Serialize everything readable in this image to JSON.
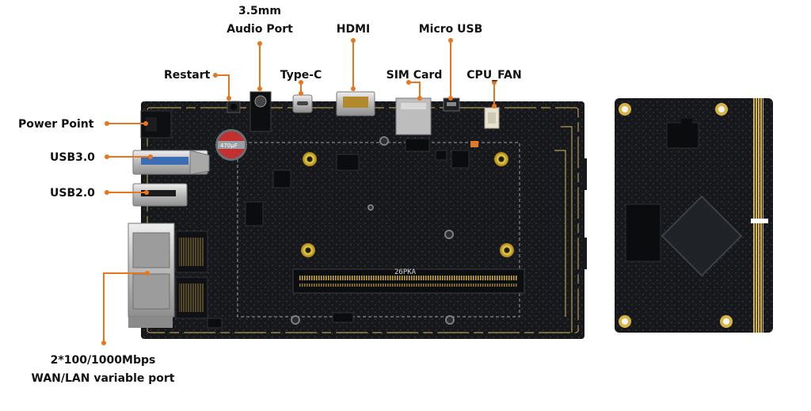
{
  "labels": {
    "audio_port_line1": "3.5mm",
    "audio_port_line2": "Audio Port",
    "hdmi": "HDMI",
    "micro_usb": "Micro USB",
    "restart": "Restart",
    "type_c": "Type-C",
    "sim_card": "SIM Card",
    "cpu_fan": "CPU_FAN",
    "power_point": "Power Point",
    "usb30": "USB3.0",
    "usb20": "USB2.0",
    "ethernet_line1": "2*100/1000Mbps",
    "ethernet_line2": "WAN/LAN variable port"
  },
  "board_markings": {
    "slot_silk": "26PKA",
    "capacitor_text": "470µF"
  },
  "colors": {
    "callout": "#e8761e",
    "pcb": "#16181b",
    "pcb_trace": "#b59b53",
    "gold": "#d8b23c",
    "silver": "#c9c9c9"
  }
}
